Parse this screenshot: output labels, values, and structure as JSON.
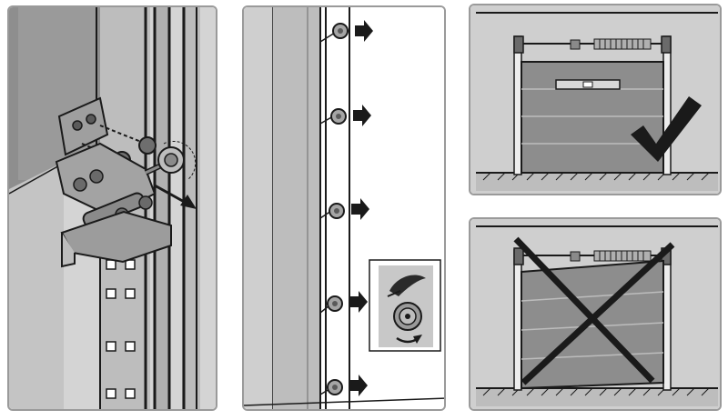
{
  "colors": {
    "background": "#ffffff",
    "panel_border": "#9a9a9a",
    "wall": "#cfcfcf",
    "door": "#8d8d8d",
    "door_light": "#a8a8a8",
    "line": "#1a1a1a",
    "hardware": "#7a7a7a"
  },
  "panels": [
    {
      "id": "hinge-bracket-assembly",
      "icon": "bolt-icon"
    },
    {
      "id": "roller-track-adjustment",
      "icon": "arrow-right-icon",
      "rollers": 5,
      "inset_icons": [
        "feather-icon",
        "rotate-icon"
      ]
    },
    {
      "id": "door-level-correct",
      "icon": "checkmark-icon"
    },
    {
      "id": "door-tilted-incorrect",
      "icon": "cross-icon"
    }
  ]
}
